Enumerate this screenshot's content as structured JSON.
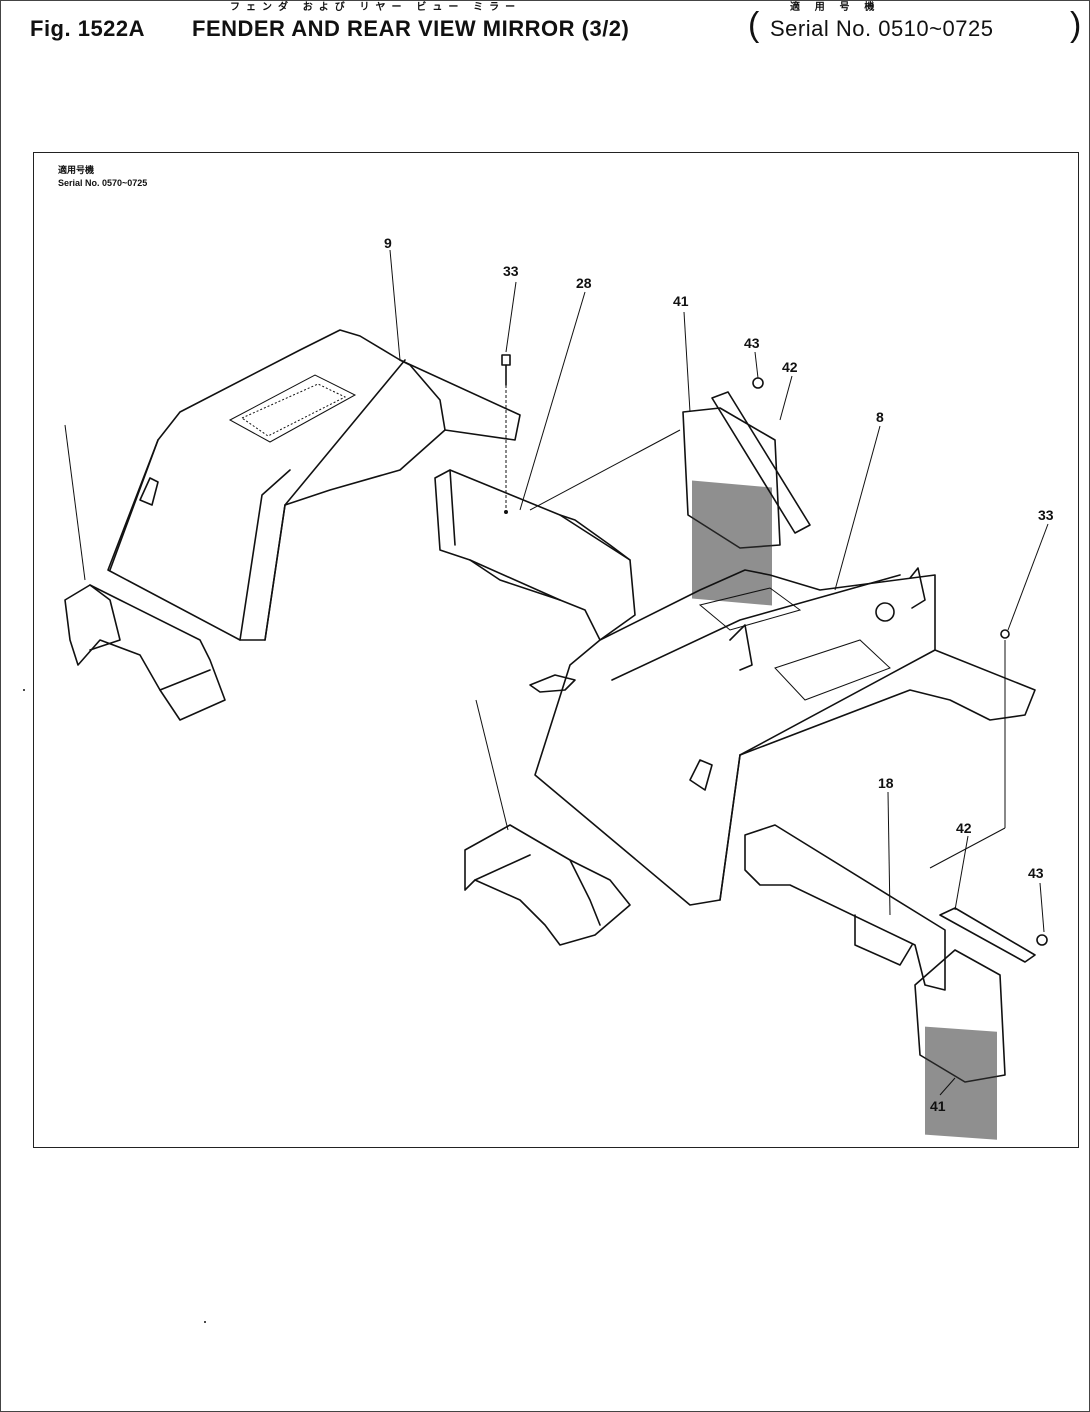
{
  "header": {
    "figure_number": "Fig. 1522A",
    "title": "FENDER AND REAR VIEW MIRROR (3/2)",
    "serial_range": "Serial No. 0510~0725",
    "japanese_title": "フェンダ および リヤー ビュー ミラー",
    "japanese_serial_caption": "適 用 号 機"
  },
  "frame": {
    "caption_jp": "適用号機",
    "caption_serial": "Serial No. 0570~0725"
  },
  "callouts": [
    {
      "id": "c-9",
      "label": "9"
    },
    {
      "id": "c-33a",
      "label": "33"
    },
    {
      "id": "c-28",
      "label": "28"
    },
    {
      "id": "c-41a",
      "label": "41"
    },
    {
      "id": "c-43a",
      "label": "43"
    },
    {
      "id": "c-42a",
      "label": "42"
    },
    {
      "id": "c-8",
      "label": "8"
    },
    {
      "id": "c-33b",
      "label": "33"
    },
    {
      "id": "c-18",
      "label": "18"
    },
    {
      "id": "c-42b",
      "label": "42"
    },
    {
      "id": "c-43b",
      "label": "43"
    },
    {
      "id": "c-41b",
      "label": "41"
    }
  ]
}
